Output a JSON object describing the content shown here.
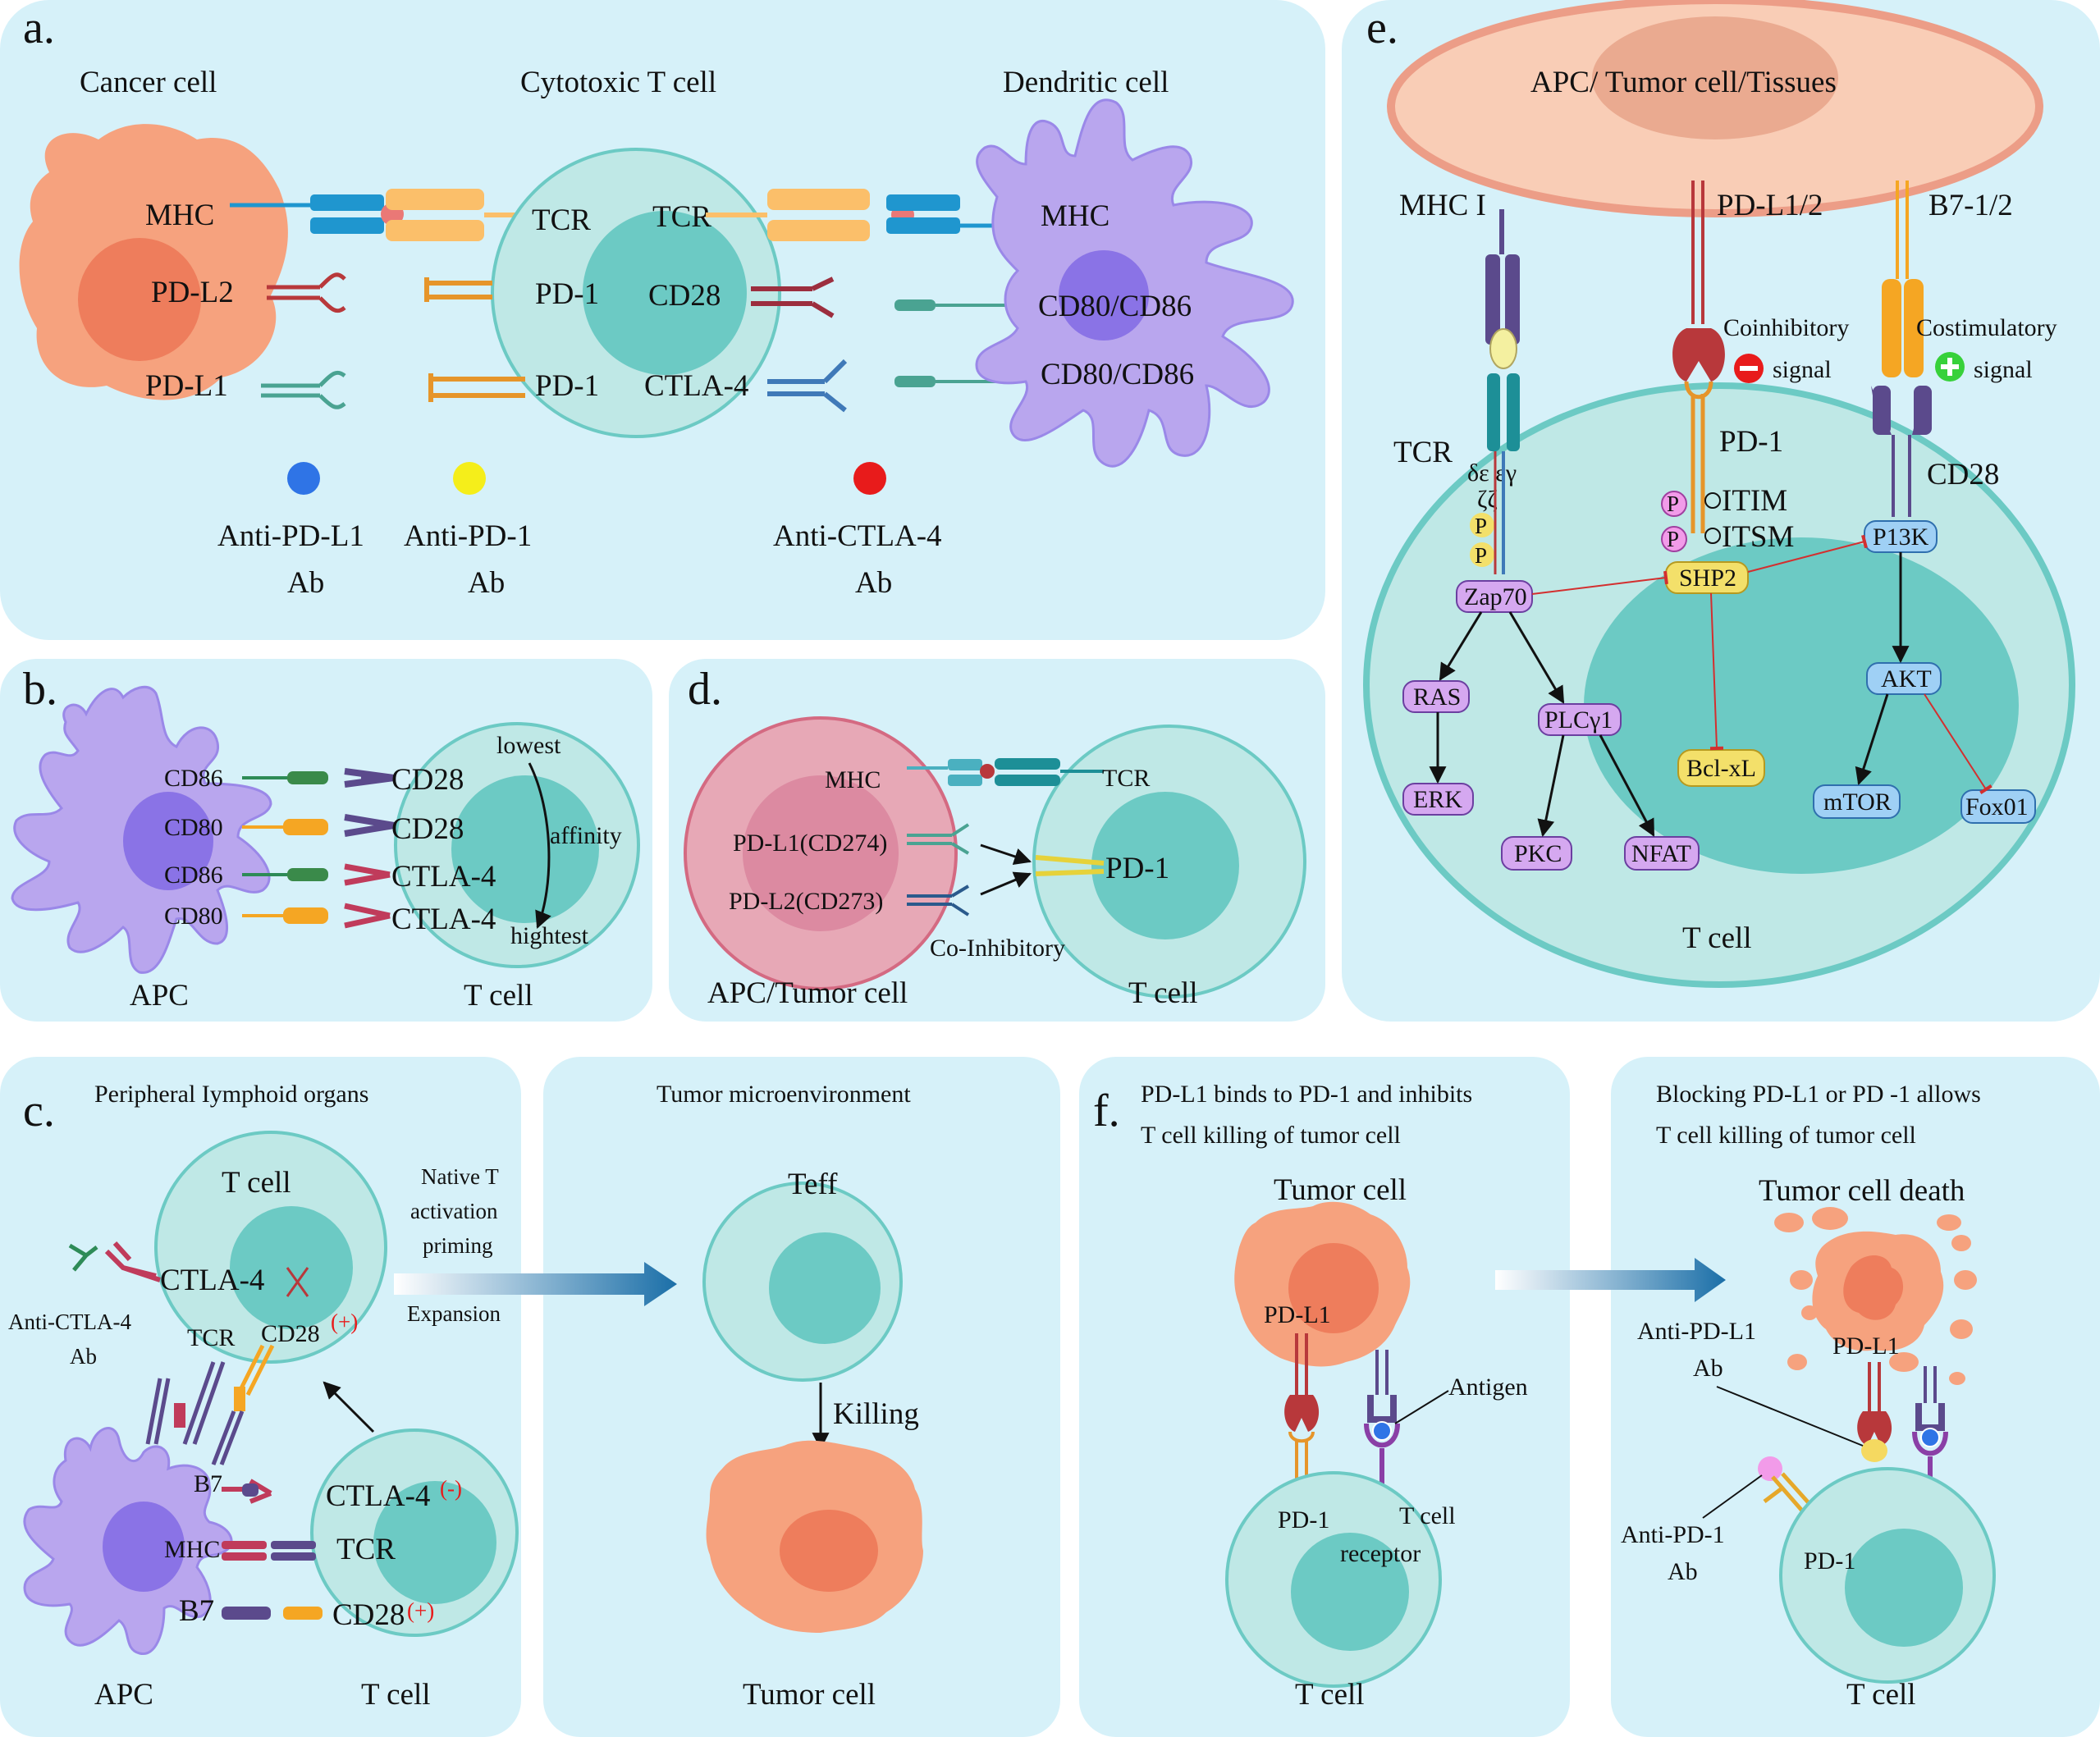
{
  "colors": {
    "panel_bg": "#d6f1f9",
    "cancer_cell": "#f6a27e",
    "cancer_nucleus": "#ee7d5c",
    "t_cell": "#bfe8e6",
    "t_nucleus": "#6ccac4",
    "dendritic": "#b9a6ee",
    "dendritic_nucleus": "#8a73e6",
    "apc_pink": "#e7a8b6",
    "inhibit_red": "#d32f2f",
    "mhc_blue": "#1f96cf",
    "tcr_orange": "#fbbf6a",
    "anti_pdl1": "#2f74e6",
    "anti_pd1": "#f5ee1a",
    "anti_ctla4": "#e81b1b"
  },
  "panels": {
    "a": {
      "letter": "a.",
      "cancer_cell": "Cancer cell",
      "t_cell": "Cytotoxic T cell",
      "dendritic": "Dendritic cell",
      "mhc_left": "MHC",
      "tcr_left": "TCR",
      "tcr_right": "TCR",
      "mhc_right": "MHC",
      "pdl2": "PD-L2",
      "pd1_top": "PD-1",
      "cd28": "CD28",
      "cd80_86_top": "CD80/CD86",
      "pdl1": "PD-L1",
      "pd1_bottom": "PD-1",
      "ctla4": "CTLA-4",
      "cd80_86_bottom": "CD80/CD86",
      "legend": [
        {
          "name": "Anti-PD-L1",
          "sub": "Ab"
        },
        {
          "name": "Anti-PD-1",
          "sub": "Ab"
        },
        {
          "name": "Anti-CTLA-4",
          "sub": "Ab"
        }
      ]
    },
    "b": {
      "letter": "b.",
      "rows": [
        "CD86",
        "CD80",
        "CD86",
        "CD80"
      ],
      "receptors": [
        "CD28",
        "CD28",
        "CTLA-4",
        "CTLA-4"
      ],
      "lowest": "lowest",
      "affinity": "affinity",
      "highest": "hightest",
      "apc": "APC",
      "t_cell": "T cell"
    },
    "c": {
      "letter": "c.",
      "left_title": "Peripheral Iymphoid organs",
      "right_title": "Tumor microenvironment",
      "t_cell_top": "T cell",
      "ctla4_top": "CTLA-4",
      "anti_ctla4": "Anti-CTLA-4",
      "anti_ctla4_sub": "Ab",
      "tcr": "TCR",
      "cd28_top": "CD28",
      "plus": "(+)",
      "minus": "(-)",
      "b7_top": "B7",
      "ctla4_mid": "CTLA-4",
      "mhc": "MHC",
      "tcr_mid": "TCR",
      "b7_bottom": "B7",
      "cd28_bottom": "CD28",
      "apc": "APC",
      "t_cell_bottom": "T cell",
      "arrow_lines": [
        "Native T",
        "activation",
        "priming"
      ],
      "expansion": "Expansion",
      "teff": "Teff",
      "killing": "Killing",
      "tumor_cell": "Tumor cell"
    },
    "d": {
      "letter": "d.",
      "mhc": "MHC",
      "tcr": "TCR",
      "pdl1": "PD-L1(CD274)",
      "pdl2": "PD-L2(CD273)",
      "pd1": "PD-1",
      "co_inhibitory": "Co-Inhibitory",
      "apc_tumor": "APC/Tumor cell",
      "t_cell": "T cell"
    },
    "e": {
      "letter": "e.",
      "top_cell": "APC/ Tumor cell/Tissues",
      "mhc1": "MHC I",
      "pdl12": "PD-L1/2",
      "b712": "B7-1/2",
      "coinhibitory": "Coinhibitory",
      "costimulatory": "Costimulatory",
      "signal": "signal",
      "tcr": "TCR",
      "cd3": "δε εγ",
      "zeta": "ζζ",
      "p": "P",
      "pd1": "PD-1",
      "cd28": "CD28",
      "itim": "ITIM",
      "itsm": "ITSM",
      "zap70": "Zap70",
      "shp2": "SHP2",
      "pi3k": "P13K",
      "ras": "RAS",
      "plc": "PLCγ1",
      "akt": "AKT",
      "erk": "ERK",
      "bclxl": "Bcl-xL",
      "mtor": "mTOR",
      "fox01": "Fox01",
      "pkc": "PKC",
      "nfat": "NFAT",
      "t_cell": "T cell"
    },
    "f": {
      "letter": "f.",
      "left_title_1": "PD-L1 binds to PD-1 and inhibits",
      "left_title_2": "T cell killing of tumor cell",
      "right_title_1": "Blocking PD-L1 or PD -1 allows",
      "right_title_2": "T cell killing of tumor cell",
      "tumor_cell": "Tumor cell",
      "pdl1_left": "PD-L1",
      "antigen": "Antigen",
      "pd1_left": "PD-1",
      "tcr_1": "T cell",
      "tcr_2": "receptor",
      "t_cell_left": "T cell",
      "tumor_death": "Tumor cell death",
      "anti_pdl1": "Anti-PD-L1",
      "ab": "Ab",
      "pdl1_right": "PD-L1",
      "anti_pd1": "Anti-PD-1",
      "ab2": "Ab",
      "pd1_right": "PD-1",
      "t_cell_right": "T cell"
    }
  }
}
